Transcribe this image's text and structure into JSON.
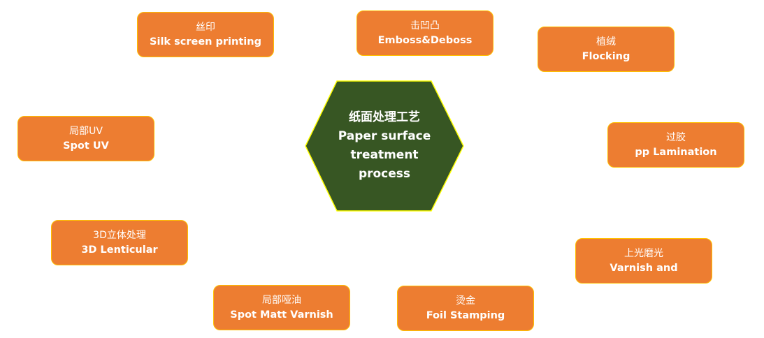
{
  "center": {
    "title_zh": "纸面处理工艺",
    "title_en_line1": "Paper surface",
    "title_en_line2": "treatment",
    "title_en_line3": "process",
    "fill": "#375623",
    "stroke": "#FFFF00"
  },
  "colors": {
    "node_fill": "#ED7D31",
    "node_border": "#FFC000",
    "text": "#FFFFFF"
  },
  "nodes": [
    {
      "id": "silk-screen",
      "zh": "丝印",
      "en": "Silk screen printing"
    },
    {
      "id": "emboss-deboss",
      "zh": "击凹凸",
      "en": "Emboss&Deboss"
    },
    {
      "id": "flocking",
      "zh": "植绒",
      "en": "Flocking"
    },
    {
      "id": "spot-uv",
      "zh": "局部UV",
      "en": "Spot UV"
    },
    {
      "id": "pp-lamination",
      "zh": "过胶",
      "en": "pp Lamination"
    },
    {
      "id": "3d-lenticular",
      "zh": "3D立体处理",
      "en": "3D Lenticular"
    },
    {
      "id": "varnish",
      "zh": "上光磨光",
      "en": "Varnish and"
    },
    {
      "id": "spot-matt-varnish",
      "zh": "局部哑油",
      "en": "Spot Matt Varnish"
    },
    {
      "id": "foil-stamping",
      "zh": "烫金",
      "en": "Foil Stamping"
    }
  ]
}
